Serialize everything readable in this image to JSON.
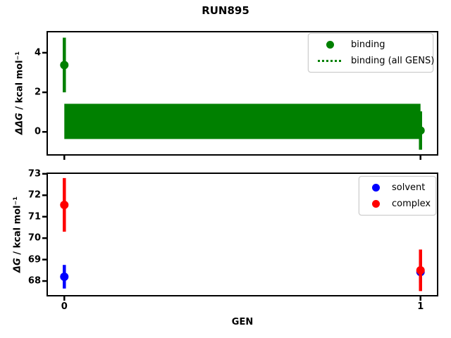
{
  "figure": {
    "title": "RUN895"
  },
  "colors": {
    "binding": "#008000",
    "solvent": "#0000ff",
    "complex": "#ff0000",
    "axis": "#000000",
    "legend_border": "#cccccc",
    "background": "#ffffff"
  },
  "chart_data": [
    {
      "type": "scatter",
      "title": "",
      "xlabel": "",
      "ylabel": "ΔΔG / kcal mol⁻¹",
      "ylabel_math": "ΔΔG",
      "ylabel_units": " / kcal mol⁻¹",
      "xlim": [
        -0.05,
        1.05
      ],
      "ylim": [
        -1.2,
        5.1
      ],
      "xticks": [
        0,
        1
      ],
      "xtick_labels": [],
      "yticks": [
        0,
        2,
        4
      ],
      "ytick_labels": [
        "0",
        "2",
        "4"
      ],
      "grid": false,
      "legend_position": "upper right",
      "series": [
        {
          "name": "binding",
          "color": "#008000",
          "marker": "circle",
          "x": [
            0,
            1
          ],
          "y": [
            3.38,
            0.07
          ],
          "yerr": [
            1.38,
            0.97
          ]
        }
      ],
      "band": {
        "name": "binding (all GENS)",
        "color": "#008000",
        "x": [
          0,
          1
        ],
        "y_low": -0.36,
        "y_high": 1.42
      },
      "legend": [
        {
          "label": "binding",
          "symbol": "dot",
          "color": "#008000"
        },
        {
          "label": "binding (all GENS)",
          "symbol": "dotted-line",
          "color": "#008000"
        }
      ]
    },
    {
      "type": "scatter",
      "title": "",
      "xlabel": "GEN",
      "ylabel": "ΔG / kcal mol⁻¹",
      "ylabel_math": "ΔG",
      "ylabel_units": " / kcal mol⁻¹",
      "xlim": [
        -0.05,
        1.05
      ],
      "ylim": [
        67.28,
        73.06
      ],
      "xticks": [
        0,
        1
      ],
      "xtick_labels": [
        "0",
        "1"
      ],
      "yticks": [
        68,
        69,
        70,
        71,
        72,
        73
      ],
      "ytick_labels": [
        "68",
        "69",
        "70",
        "71",
        "72",
        "73"
      ],
      "grid": false,
      "legend_position": "upper right",
      "series": [
        {
          "name": "solvent",
          "color": "#0000ff",
          "marker": "circle",
          "x": [
            0,
            1
          ],
          "y": [
            68.2,
            68.42
          ],
          "yerr": [
            0.55,
            0.5
          ]
        },
        {
          "name": "complex",
          "color": "#ff0000",
          "marker": "circle",
          "x": [
            0,
            1
          ],
          "y": [
            71.55,
            68.5
          ],
          "yerr": [
            1.25,
            0.97
          ]
        }
      ],
      "legend": [
        {
          "label": "solvent",
          "symbol": "dot",
          "color": "#0000ff"
        },
        {
          "label": "complex",
          "symbol": "dot",
          "color": "#ff0000"
        }
      ]
    }
  ]
}
